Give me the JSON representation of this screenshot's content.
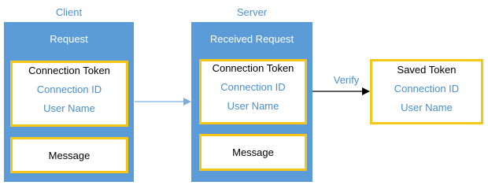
{
  "client": {
    "caption": "Client",
    "panel_title": "Request",
    "token_box": {
      "heading": "Connection Token",
      "fields": [
        "Connection ID",
        "User Name"
      ]
    },
    "message_box": "Message"
  },
  "server": {
    "caption": "Server",
    "panel_title": "Received Request",
    "token_box": {
      "heading": "Connection Token",
      "fields": [
        "Connection ID",
        "User Name"
      ]
    },
    "message_box": "Message"
  },
  "saved": {
    "heading": "Saved Token",
    "fields": [
      "Connection ID",
      "User Name"
    ]
  },
  "verify_label": "Verify",
  "colors": {
    "panel_fill": "#5a9bd8",
    "box_border": "#f5c518",
    "caption_text": "#4a8fd0",
    "client_to_server_arrow": "#7aaee0",
    "verify_arrow": "#000000"
  }
}
